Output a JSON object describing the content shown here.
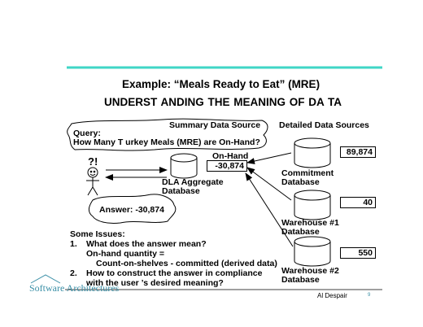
{
  "slide": {
    "title": "Example: “Meals Ready to Eat” (MRE)",
    "subtitle": "UNDERST ANDING THE MEANING OF DA  TA",
    "summary_source_label": "Summary Data Source",
    "detailed_sources_label": "Detailed Data Sources",
    "query_line1": "Query:",
    "query_line2": "How Many T urkey Meals (MRE) are On-Hand?",
    "user_mark": "?!",
    "onhand_label": "On-Hand",
    "onhand_value": "-30,874",
    "dla_line1": "DLA Aggregate",
    "dla_line2": "Database",
    "answer": "Answer: -30,874",
    "commitment_value": "89,874",
    "commitment_label": "Commitment",
    "commitment_label2": "Database",
    "wh1_value": "40",
    "wh1_label": "Warehouse #1",
    "wh1_label2": "Database",
    "wh2_value": "550",
    "wh2_label": "Warehouse #2",
    "wh2_label2": "Database",
    "issues_heading": "Some Issues:",
    "issue1_num": "1.",
    "issue1": "What does the answer mean?",
    "issue1_sub1": "On-hand quantity =",
    "issue1_sub2": "Count-on-shelves - committed (derived data)",
    "issue2_num": "2.",
    "issue2_line1": "How to construct the answer in compliance",
    "issue2_line2": "with the user  ’s desired meaning?",
    "logo": "Software Architectures",
    "author": "Al Despair",
    "page": "9"
  },
  "colors": {
    "accent_line": "#3fd6c6",
    "logo": "#3a8fa6"
  }
}
